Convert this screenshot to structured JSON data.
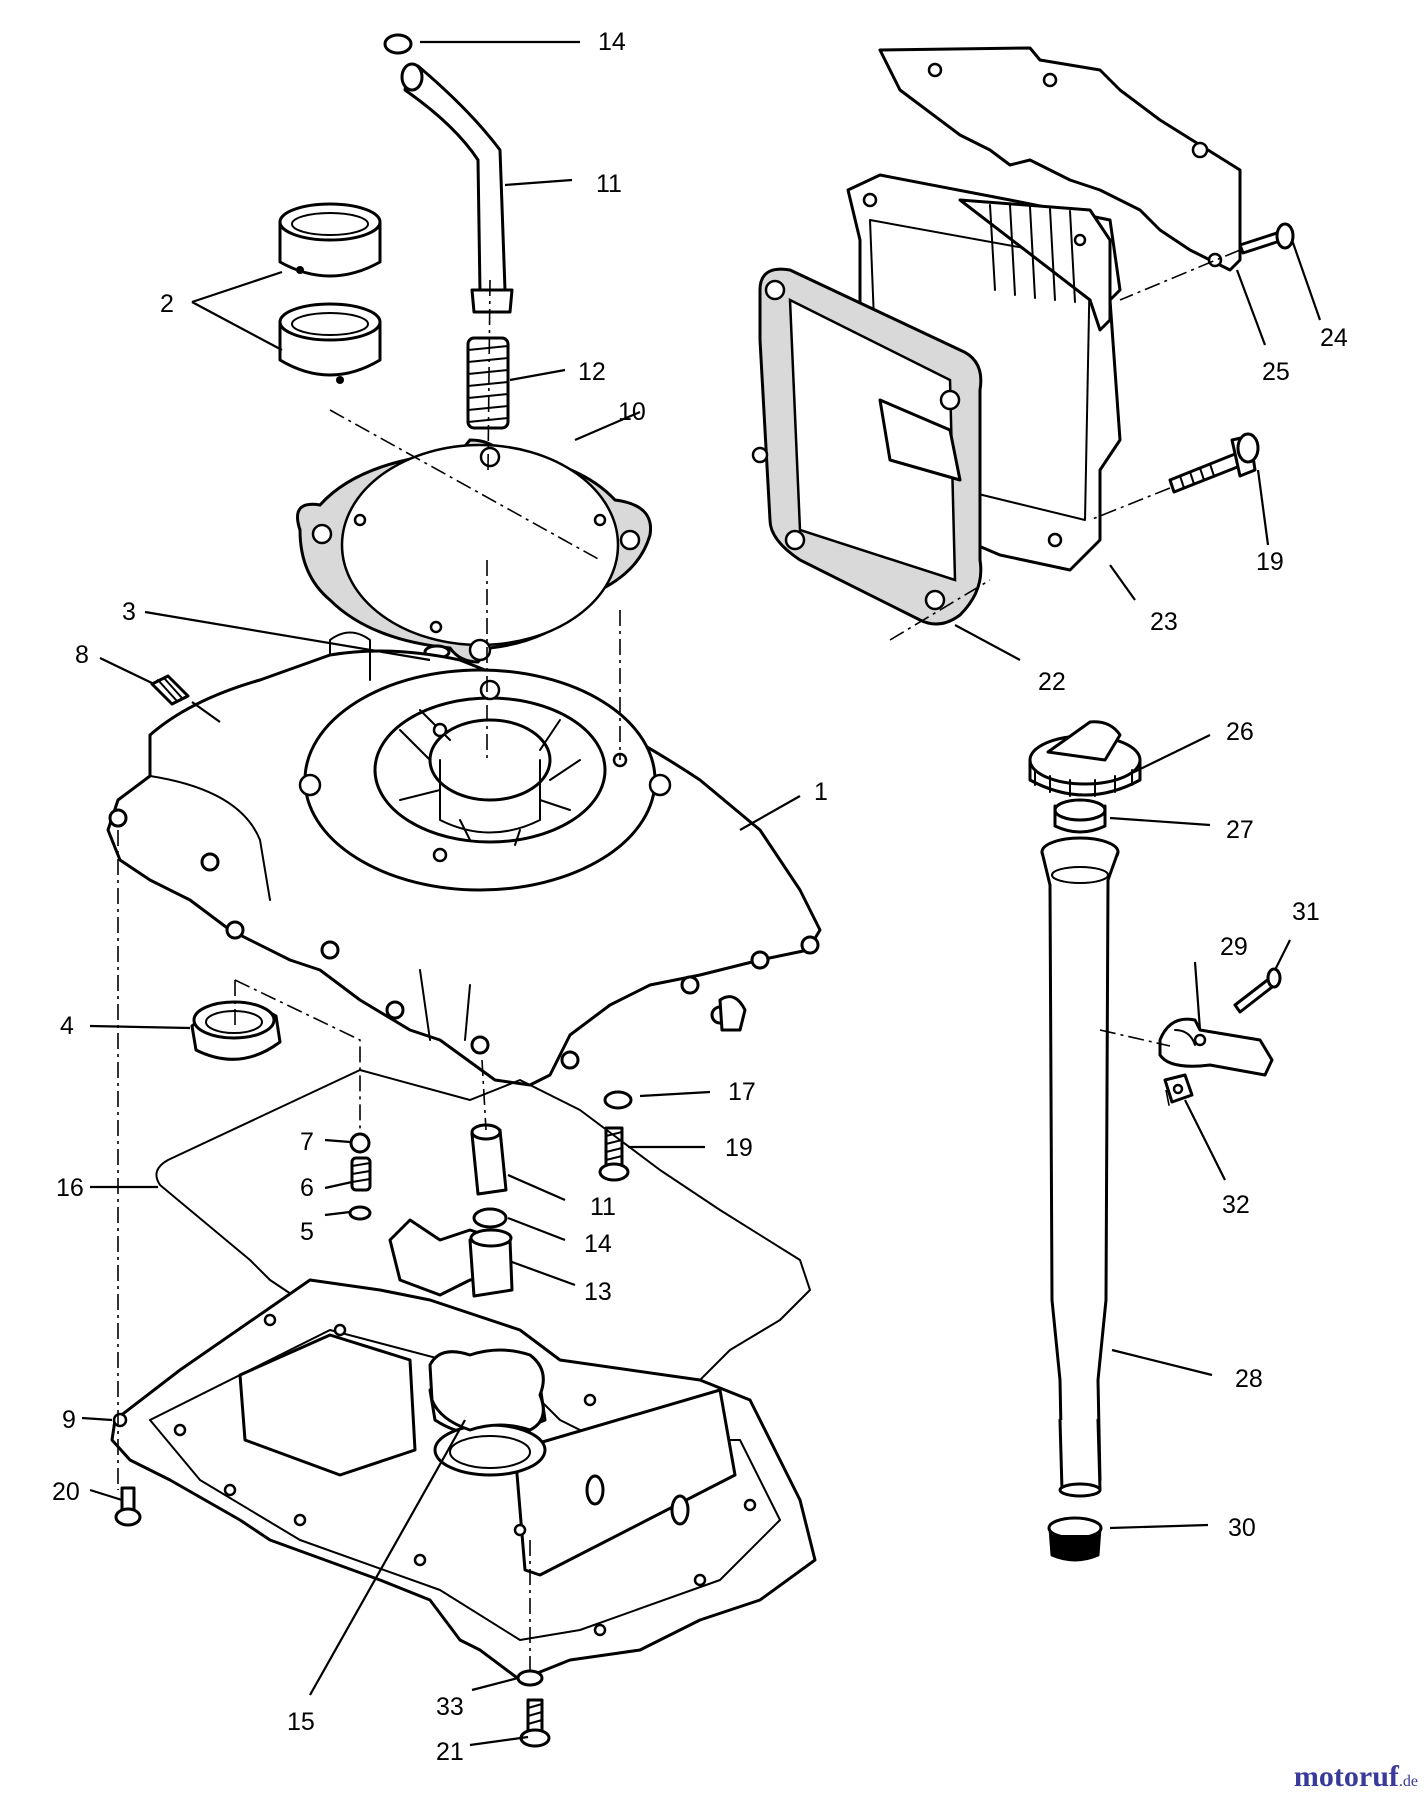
{
  "diagram": {
    "type": "exploded-parts-view",
    "callouts": [
      "14",
      "11",
      "2",
      "12",
      "10",
      "3",
      "8",
      "1",
      "4",
      "17",
      "7",
      "19",
      "6",
      "16",
      "11",
      "5",
      "14",
      "13",
      "9",
      "20",
      "15",
      "33",
      "21",
      "24",
      "25",
      "19",
      "23",
      "22",
      "26",
      "27",
      "29",
      "31",
      "32",
      "28",
      "30"
    ]
  },
  "watermark": {
    "brand": "motoruf",
    "tld": ".de",
    "colors": [
      "#c0392b",
      "#e67e22",
      "#27ae60",
      "#2980b9",
      "#8e44ad"
    ]
  }
}
